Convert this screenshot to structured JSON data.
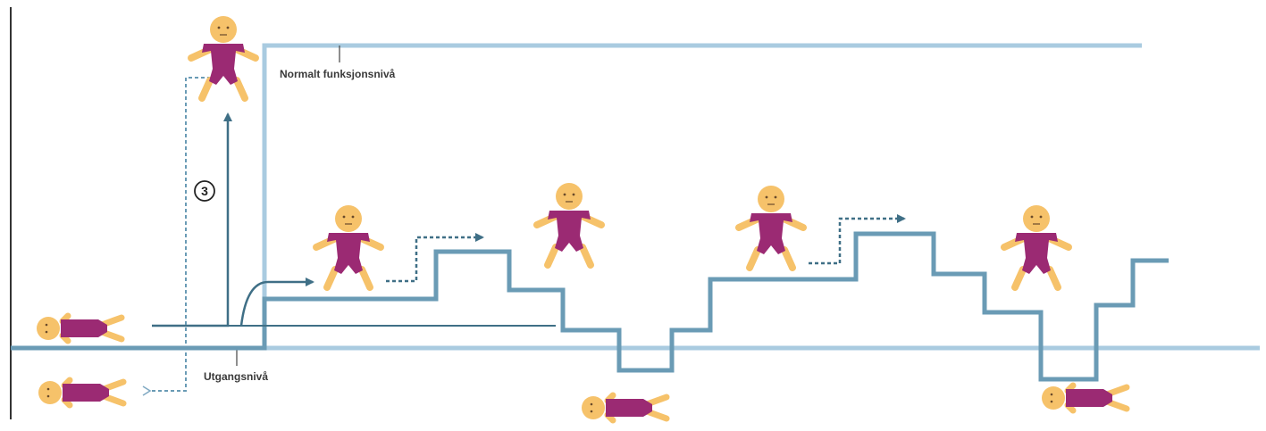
{
  "labels": {
    "normal_level": "Normalt funksjonsnivå",
    "baseline_level": "Utgangsnivå",
    "step_number": "3"
  },
  "colors": {
    "normal_line": "#a9cbe0",
    "progress_line": "#6a9bb5",
    "arrow": "#3f6f86",
    "figure_body": "#9b2a73",
    "figure_skin": "#f6c26a",
    "axis": "#333333"
  },
  "icons": [
    "person-standing-icon",
    "person-lying-icon",
    "arrow-icon",
    "dotted-arrow-icon"
  ]
}
